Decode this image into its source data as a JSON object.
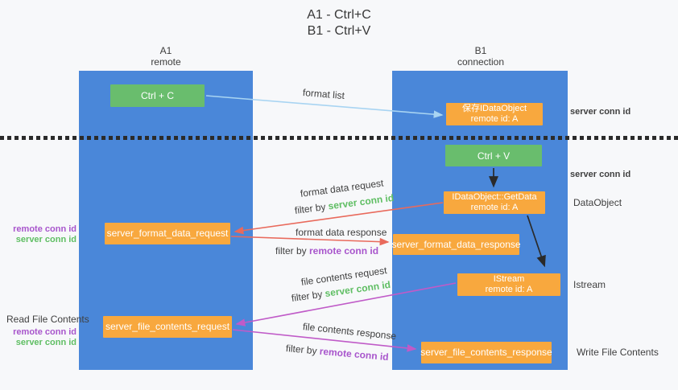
{
  "title": {
    "line1": "A1 - Ctrl+C",
    "line2": "B1 - Ctrl+V"
  },
  "columns": {
    "a1": {
      "name": "A1",
      "role": "remote"
    },
    "b1": {
      "name": "B1",
      "role": "connection"
    }
  },
  "nodes": {
    "ctrl_c": {
      "label": "Ctrl + C"
    },
    "save_idataobject": {
      "line1": "保存IDataObject",
      "line2": "remote id: A"
    },
    "ctrl_v": {
      "label": "Ctrl + V"
    },
    "getdata": {
      "line1": "IDataObject::GetData",
      "line2": "remote id: A"
    },
    "format_request": {
      "label": "server_format_data_request"
    },
    "format_response": {
      "label": "server_format_data_response"
    },
    "istream": {
      "line1": "IStream",
      "line2": "remote id: A"
    },
    "file_request": {
      "label": "server_file_contents_request"
    },
    "file_response": {
      "label": "server_file_contents_response"
    }
  },
  "flows": {
    "format_list": {
      "label": "format list"
    },
    "format_data_request": {
      "label": "format data request",
      "filter_prefix": "filter by ",
      "filter_key": "server conn id"
    },
    "format_data_response": {
      "label": "format data response",
      "filter_prefix": "filter by ",
      "filter_key": "remote conn id"
    },
    "file_contents_request": {
      "label": "file contents request",
      "filter_prefix": "filter by ",
      "filter_key": "server conn id"
    },
    "file_contents_response": {
      "label": "file contents response",
      "filter_prefix": "filter by ",
      "filter_key": "remote conn id"
    }
  },
  "annotations": {
    "server_conn_id_top": "server conn id",
    "server_conn_id_mid": "server conn id",
    "dataobject": "DataObject",
    "istream": "Istream",
    "write_file_contents": "Write File Contents",
    "read_file_contents": "Read File Contents",
    "request1_remote_conn_id": "remote conn id",
    "request1_server_conn_id": "server conn id",
    "request2_remote_conn_id": "remote conn id",
    "request2_server_conn_id": "server conn id"
  },
  "colors": {
    "lane_blue": "#4a87d9",
    "box_green": "#69bd6d",
    "box_orange": "#f8a83e",
    "arrow_light_blue": "#a8d4f2",
    "arrow_salmon": "#e96a5c",
    "arrow_magenta": "#c05bc8",
    "arrow_black": "#2a2a2a",
    "text_green": "#5fbe63",
    "text_purple": "#a855cc"
  }
}
